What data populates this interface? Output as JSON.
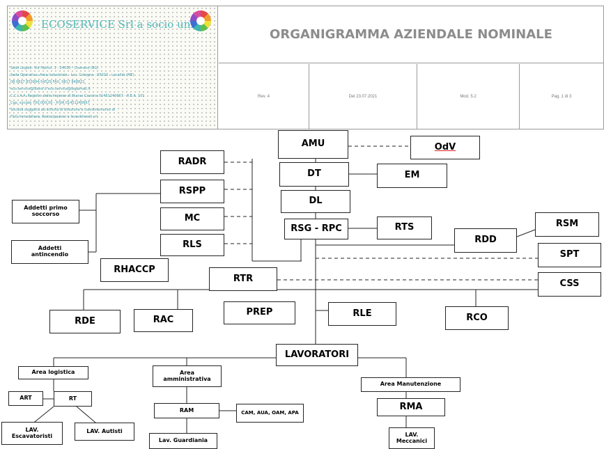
{
  "header": {
    "company_name": "ECOSERVICE Srl a socio unico",
    "address_lines": [
      "Sede Legale: Via Fabrizi, 1 - 24030 - Ciserano (BG)",
      "Sede Operativa: Area Industriale - Loc. Cotogna - 65010 - Località (ME)",
      "08 0827 853994-54529 FAX: 0817 848821",
      "eco.service@libero.it eco.service@legalmail.it",
      "C.C.I.A.A. Registro delle Imprese di Nuova Cassina 01451240667 - R.E.A. 101",
      "Cap. sociale 700.000,00 - P.IVA 01451240667",
      "Società soggetta ad attività di direzione e coordinamento di",
      "F&G Immobiliare, Partecipazioni e Investimenti srl"
    ],
    "document_title": "ORGANIGRAMMA AZIENDALE NOMINALE",
    "meta": {
      "rev": "Rev. 4",
      "date": "Del 23.07.2021",
      "mod": "Mod. 5.2",
      "page": "Pag. 1 di 3"
    }
  },
  "nodes": {
    "amu": "AMU",
    "odv": "OdV",
    "dt": "DT",
    "em": "EM",
    "dl": "DL",
    "rsg_rpc": "RSG - RPC",
    "rts": "RTS",
    "radr": "RADR",
    "rspp": "RSPP",
    "mc": "MC",
    "rls": "RLS",
    "addetti_primo_soccorso": "Addetti primo soccorso",
    "addetti_antincendio": "Addetti antincendio",
    "rhaccp": "RHACCP",
    "rdd": "RDD",
    "rsm": "RSM",
    "spt": "SPT",
    "rtr": "RTR",
    "css": "CSS",
    "rde": "RDE",
    "rac": "RAC",
    "prep": "PREP",
    "rle": "RLE",
    "rco": "RCO",
    "lavoratori": "LAVORATORI",
    "area_logistica": "Area logistica",
    "art": "ART",
    "rt": "RT",
    "lav_escavatoristi": "LAV. Escavatoristi",
    "lav_autisti": "LAV. Autisti",
    "area_amministrativa": "Area amministrativa",
    "ram": "RAM",
    "cam_aua_oam_apa": "CAM, AUA, OAM, APA",
    "lav_guardiania": "Lav. Guardiania",
    "area_manutenzione": "Area Manutenzione",
    "rma": "RMA",
    "lav_meccanici": "LAV. Meccanici"
  },
  "colors": {
    "brand_teal": "#4fb8b8",
    "title_gray": "#8c8c8c",
    "line": "#222222"
  }
}
